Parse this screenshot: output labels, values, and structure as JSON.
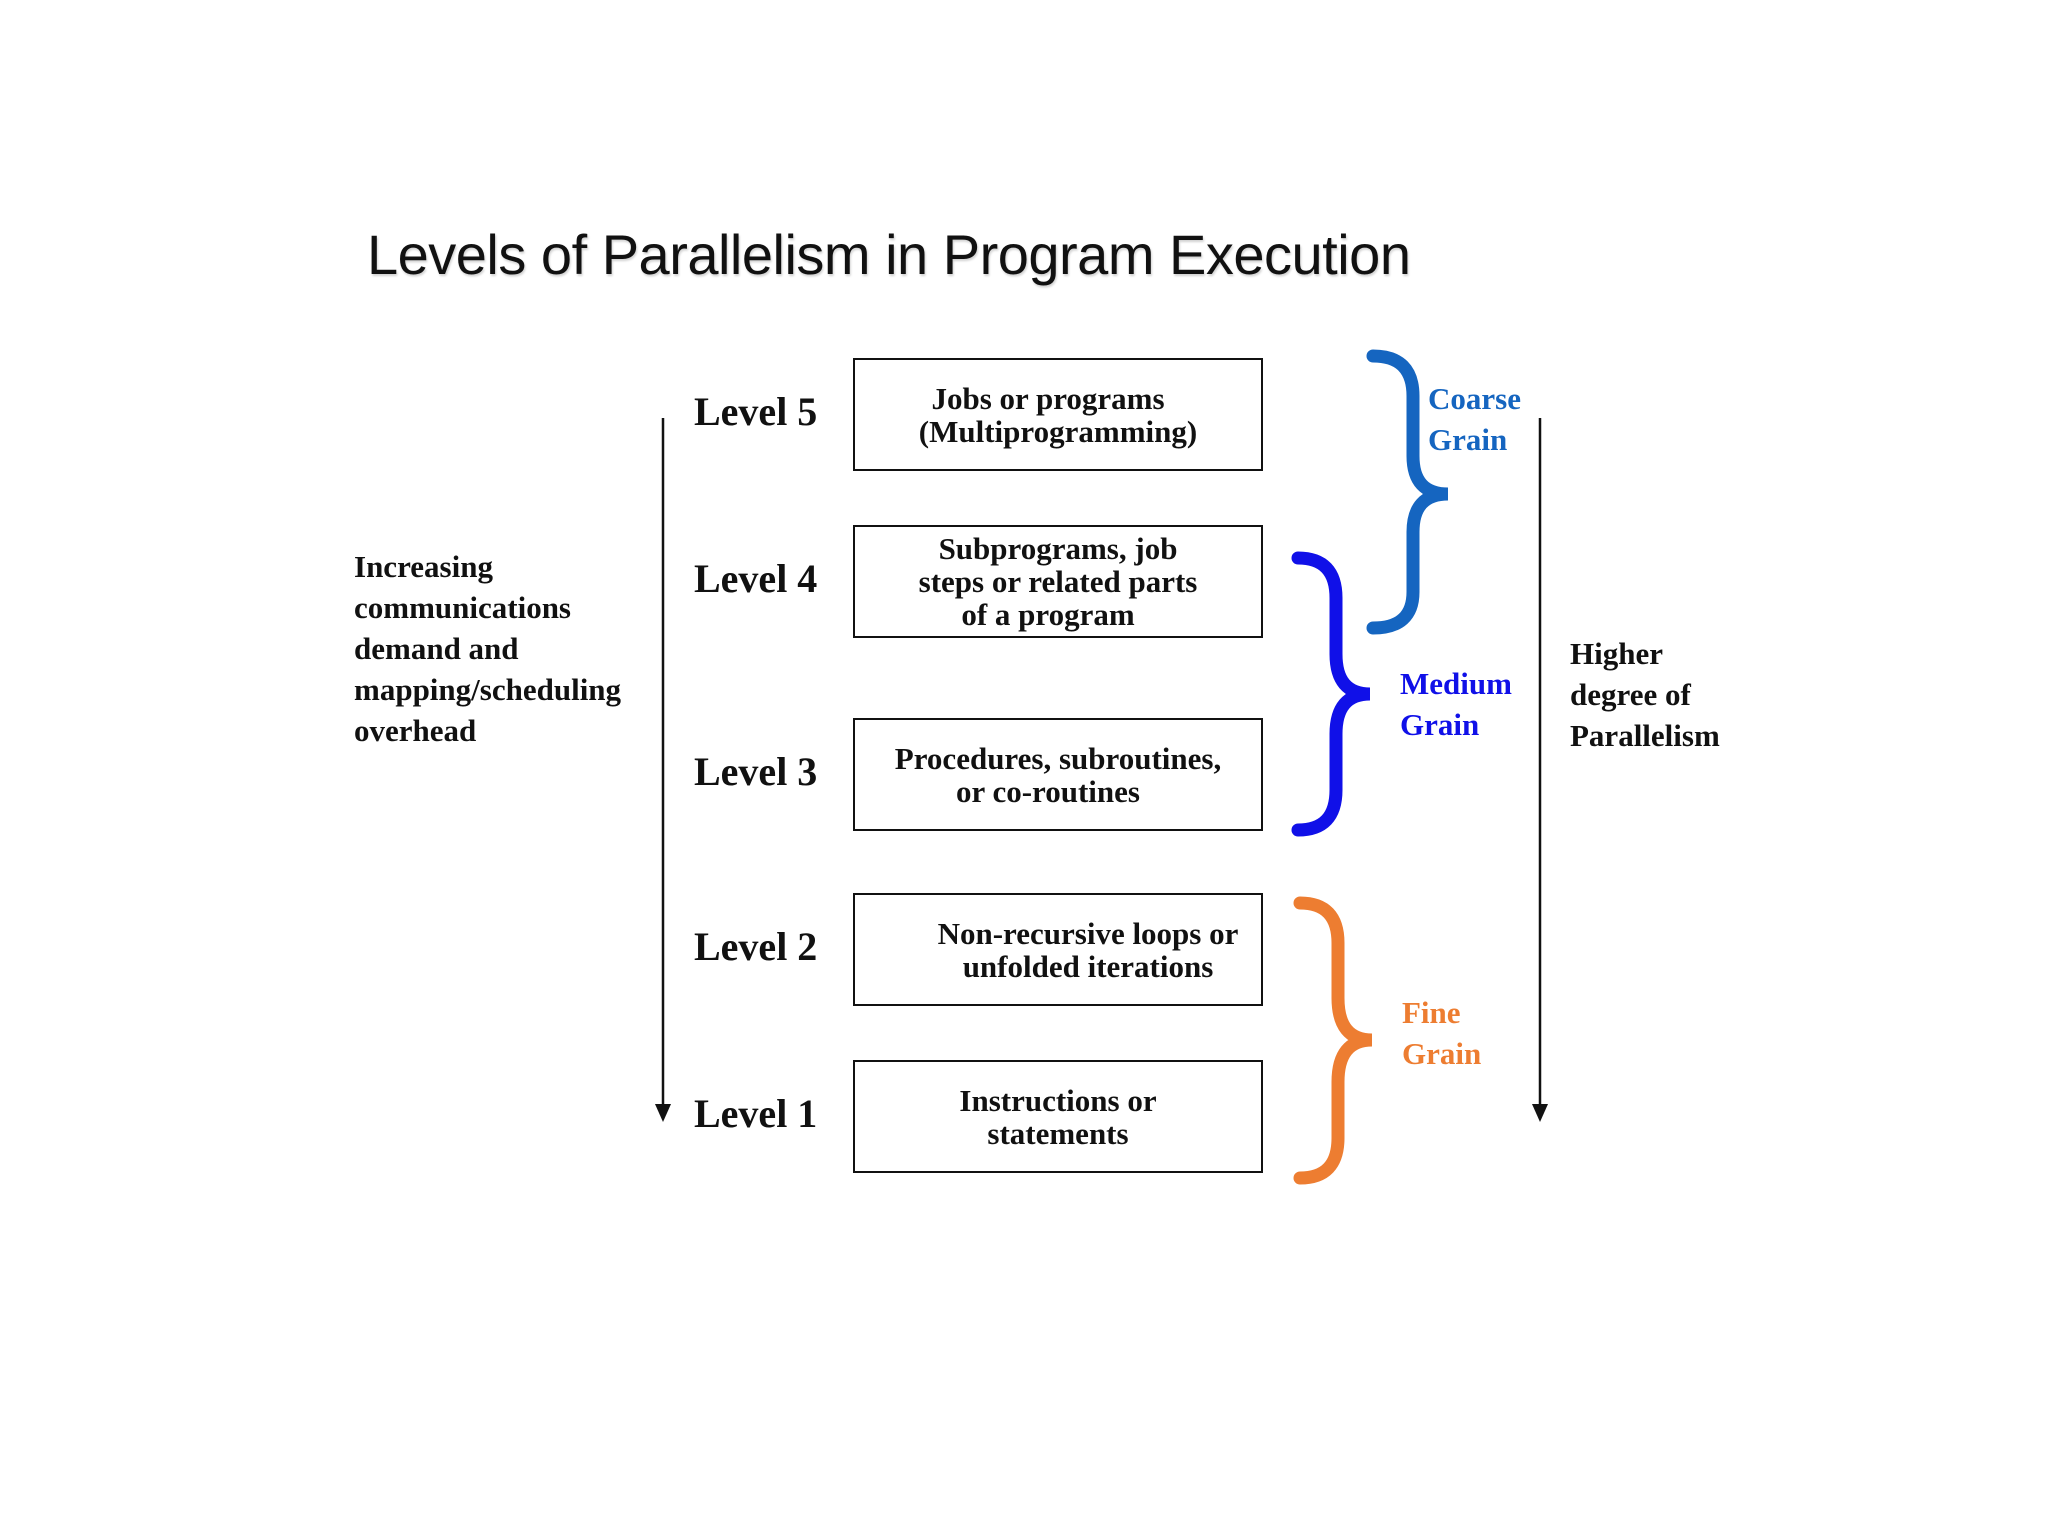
{
  "title": "Levels of Parallelism in Program Execution",
  "left_note": [
    "Increasing",
    "communications",
    "demand and",
    "mapping/scheduling",
    "overhead"
  ],
  "right_note": [
    "Higher",
    "degree of",
    "Parallelism"
  ],
  "levels": [
    {
      "label": "Level 5",
      "box_lines": [
        "Jobs or programs",
        "(Multiprogramming)"
      ]
    },
    {
      "label": "Level 4",
      "box_lines": [
        "Subprograms, job",
        "steps or related parts",
        "of a program"
      ]
    },
    {
      "label": "Level 3",
      "box_lines": [
        "Procedures, subroutines,",
        "or co-routines"
      ]
    },
    {
      "label": "Level 2",
      "box_lines": [
        "Non-recursive loops or",
        "unfolded iterations"
      ]
    },
    {
      "label": "Level 1",
      "box_lines": [
        "Instructions or",
        "statements"
      ]
    }
  ],
  "grains": [
    {
      "lines": [
        "Coarse",
        "Grain"
      ],
      "color": "#1565C0"
    },
    {
      "lines": [
        "Medium",
        "Grain"
      ],
      "color": "#1010E8"
    },
    {
      "lines": [
        "Fine",
        "Grain"
      ],
      "color": "#ED7D31"
    }
  ]
}
